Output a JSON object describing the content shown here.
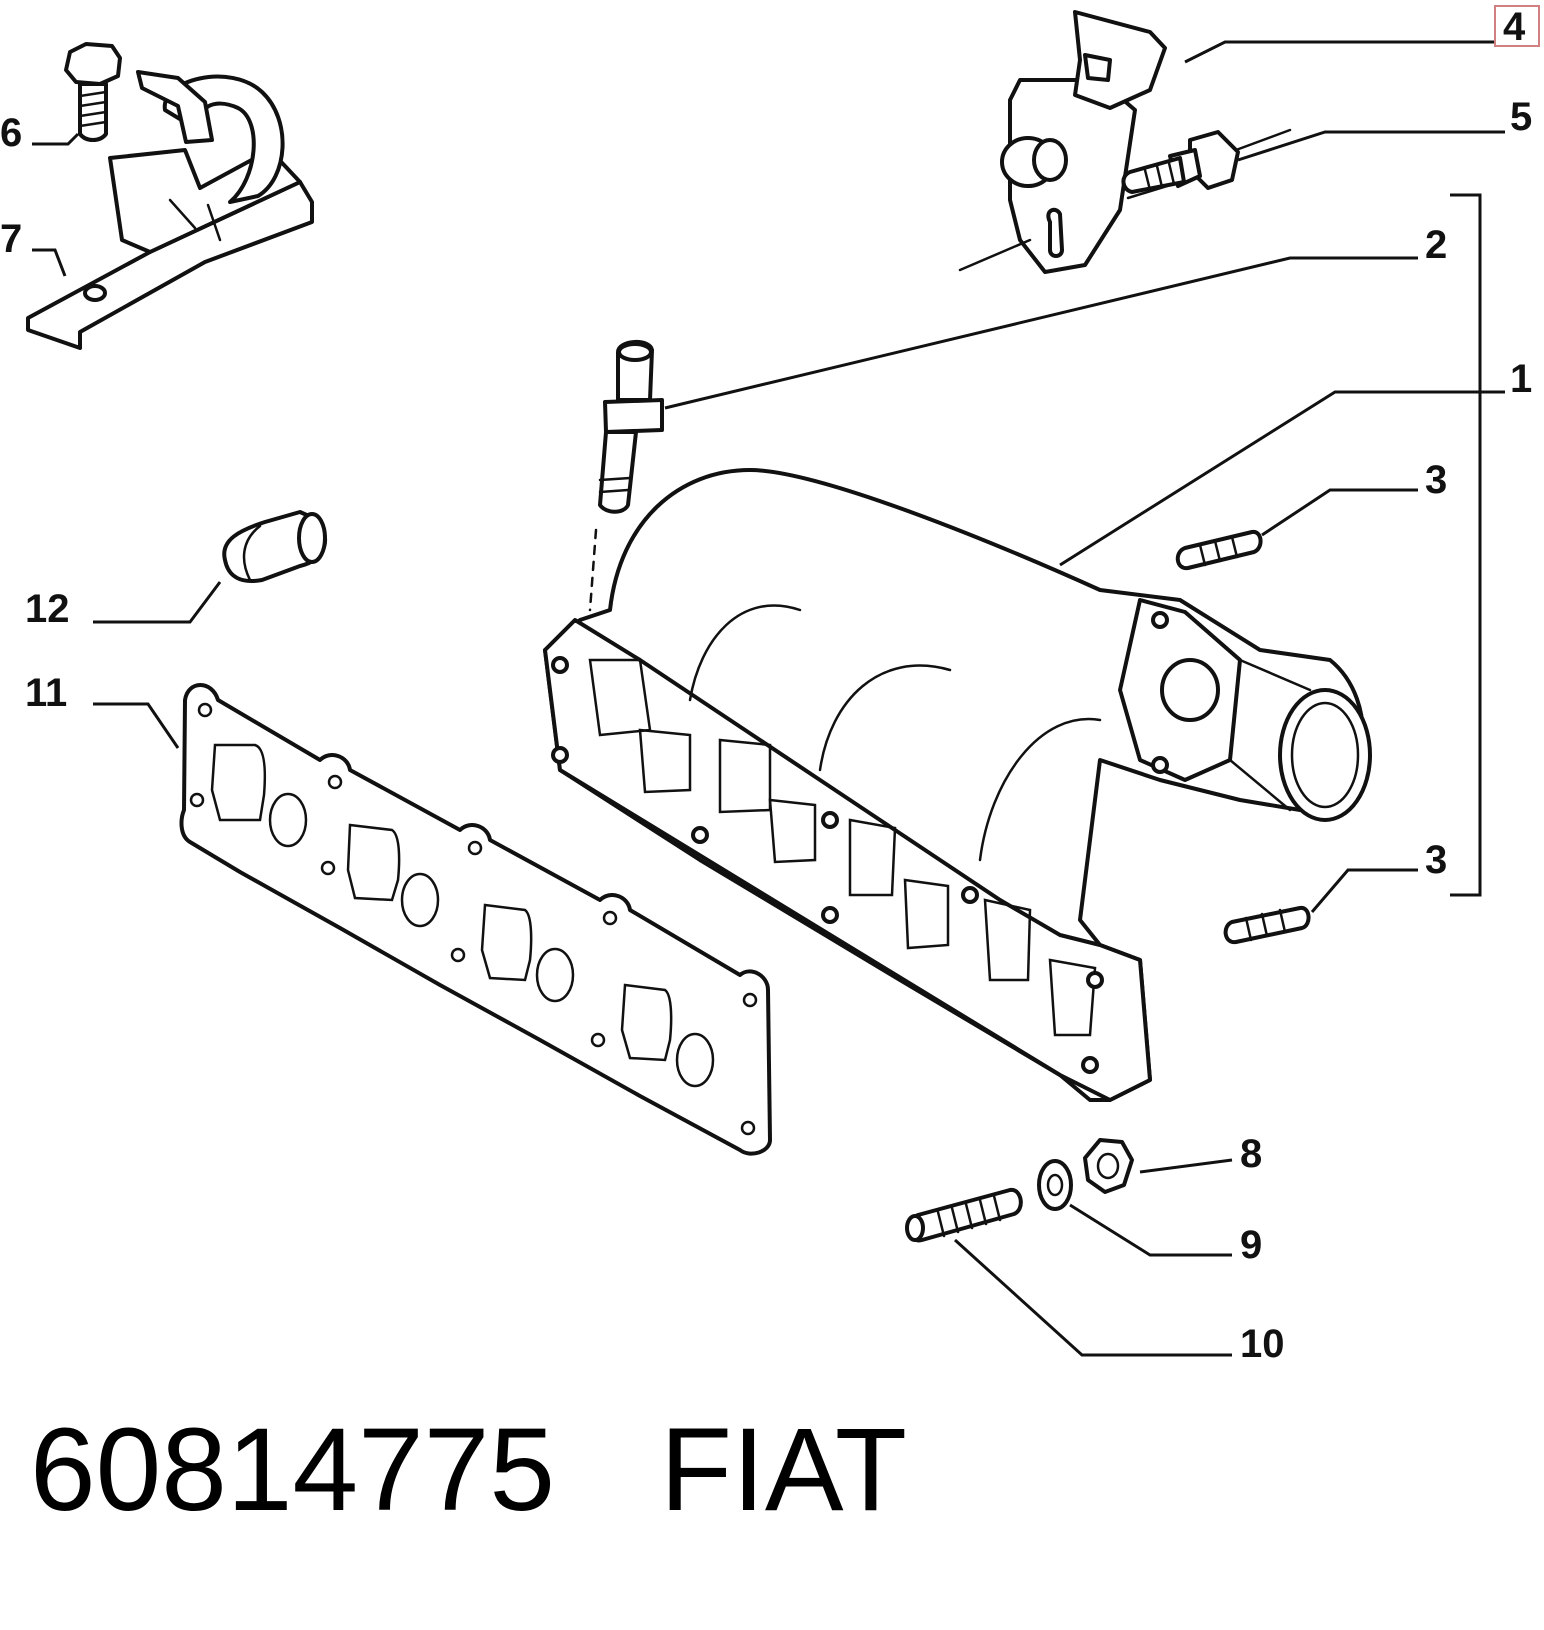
{
  "callouts": {
    "c1": "1",
    "c2": "2",
    "c3a": "3",
    "c3b": "3",
    "c4": "4",
    "c5": "5",
    "c6": "6",
    "c7": "7",
    "c8": "8",
    "c9": "9",
    "c10": "10",
    "c11": "11",
    "c12": "12"
  },
  "footer": {
    "part_number": "60814775",
    "brand": "FIAT"
  },
  "colors": {
    "line": "#111111",
    "highlight_box": "#d08080"
  }
}
